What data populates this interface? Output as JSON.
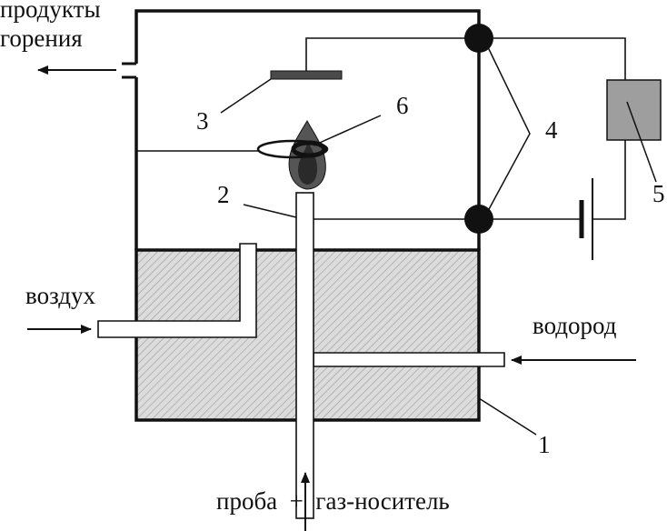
{
  "labels": {
    "products_line1": "продукты",
    "products_line2": "горения",
    "air": "воздух",
    "hydrogen": "водород",
    "sample_line": "проба  +  газ-носитель"
  },
  "callouts": {
    "n1": "1",
    "n2": "2",
    "n3": "3",
    "n4": "4",
    "n5": "5",
    "n6": "6"
  },
  "colors": {
    "line": "#111111",
    "fill_light": "#d9d9d9",
    "electrode": "#4a4a4a",
    "recorder": "#9e9e9e",
    "flame_outer": "#555555",
    "flame_inner": "#2a2a2a"
  }
}
